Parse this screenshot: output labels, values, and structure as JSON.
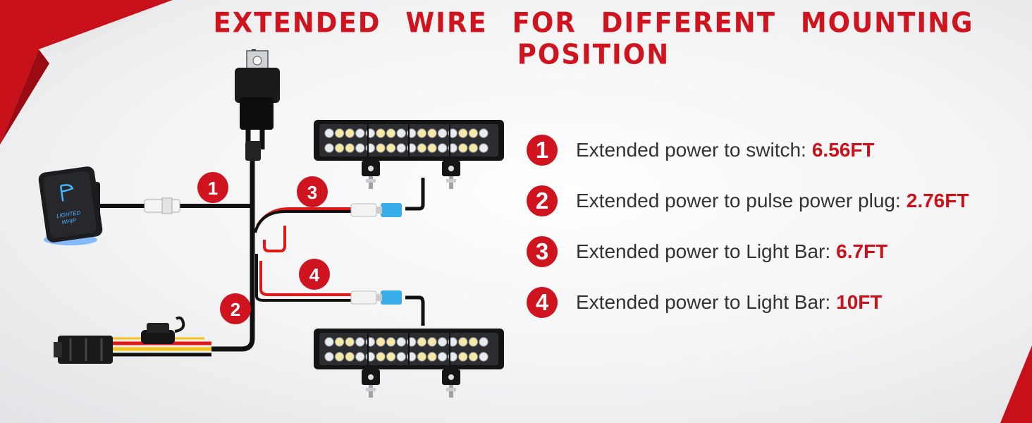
{
  "headline": "EXTENDED  WIRE  FOR  DIFFERENT  MOUNTING  POSITION",
  "colors": {
    "accent": "#d0141f",
    "value_text": "#c8121c",
    "body_text": "#333333",
    "wire_black": "#111111",
    "wire_red": "#e01818",
    "wire_yellow": "#f2c417",
    "switch_glow": "#2e8cff"
  },
  "switch": {
    "icon": "lighted-whip-icon",
    "label_line1": "LIGHTED",
    "label_line2": "WHIP"
  },
  "diagram_badges": [
    "1",
    "2",
    "3",
    "4"
  ],
  "legend": [
    {
      "number": "1",
      "text": "Extended power to switch:",
      "value": "6.56FT"
    },
    {
      "number": "2",
      "text": "Extended power to pulse power plug:",
      "value": "2.76FT"
    },
    {
      "number": "3",
      "text": "Extended power to Light Bar:",
      "value": "6.7FT"
    },
    {
      "number": "4",
      "text": "Extended power to Light Bar:",
      "value": "10FT"
    }
  ]
}
